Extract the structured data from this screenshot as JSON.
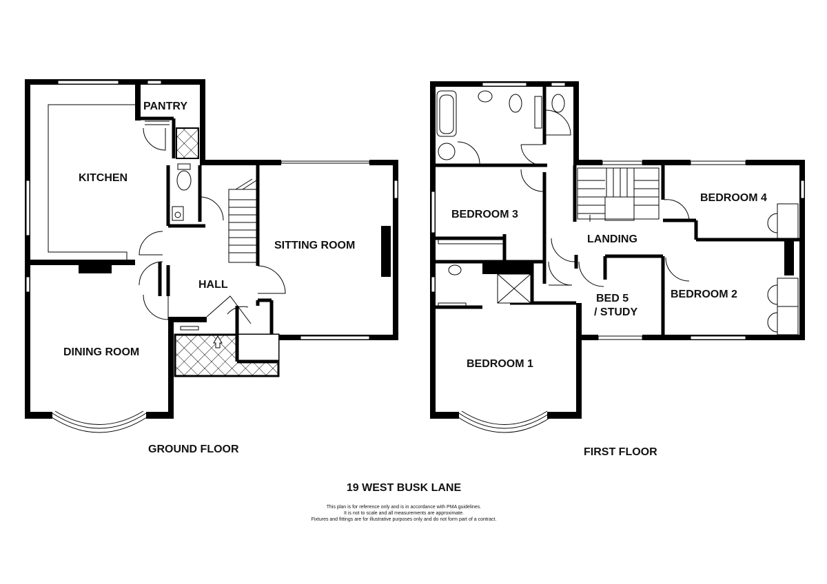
{
  "rooms": {
    "ground": {
      "kitchen": "KITCHEN",
      "pantry": "PANTRY",
      "hall": "HALL",
      "sitting_room": "SITTING ROOM",
      "dining_room": "DINING ROOM"
    },
    "first": {
      "bedroom3": "BEDROOM 3",
      "bedroom4": "BEDROOM 4",
      "landing": "LANDING",
      "bedroom1": "BEDROOM 1",
      "bed5_line1": "BED 5",
      "bed5_line2": "/ STUDY",
      "bedroom2": "BEDROOM 2"
    }
  },
  "floors": {
    "ground": "GROUND FLOOR",
    "first": "FIRST FLOOR"
  },
  "address": "19 WEST BUSK LANE",
  "disclaimer": [
    "This plan is for reference only and is in accordance with PMA guidelines.",
    "It is not to scale and all measurements are approximate.",
    "Fixtures and fittings are for illustrative purposes only and do not form part of a contract."
  ]
}
